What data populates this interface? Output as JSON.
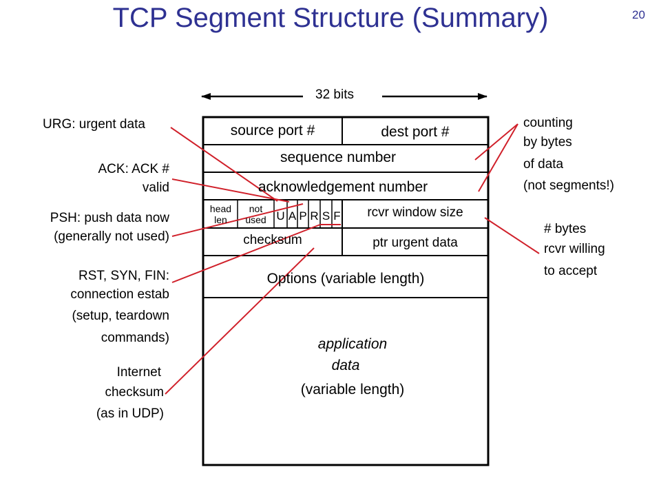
{
  "title": "TCP Segment Structure (Summary)",
  "page_number": "20",
  "width_label": "32 bits",
  "fields": {
    "source_port": "source port #",
    "dest_port": "dest port #",
    "sequence_number": "sequence number",
    "ack_number": "acknowledgement number",
    "head_len_line1": "head",
    "head_len_line2": "len",
    "not_used_line1": "not",
    "not_used_line2": "used",
    "flags": [
      "U",
      "A",
      "P",
      "R",
      "S",
      "F"
    ],
    "rcvr_window": "rcvr window size",
    "checksum": "checksum",
    "urgent_ptr": "ptr urgent data",
    "options": "Options (variable length)",
    "app_data_line1": "application",
    "app_data_line2": "data",
    "app_data_line3": "(variable length)"
  },
  "annotations": {
    "urg": "URG: urgent data",
    "ack_line1": "ACK: ACK #",
    "ack_line2": "valid",
    "psh_line1": "PSH: push data now",
    "psh_line2": "(generally not used)",
    "rst_line1": "RST, SYN, FIN:",
    "rst_line2": "connection estab",
    "rst_line3": "(setup, teardown",
    "rst_line4": "commands)",
    "inet_line1": "Internet",
    "inet_line2": "checksum",
    "inet_line3": "(as in UDP)",
    "counting_line1": "counting",
    "counting_line2": "by bytes",
    "counting_line3": "of data",
    "counting_line4": "(not segments!)",
    "bytes_line1": "# bytes",
    "bytes_line2": "rcvr willing",
    "bytes_line3": "to accept"
  },
  "colors": {
    "title": "#2e3192",
    "annotation_line": "#d0202a",
    "box": "#000000"
  }
}
